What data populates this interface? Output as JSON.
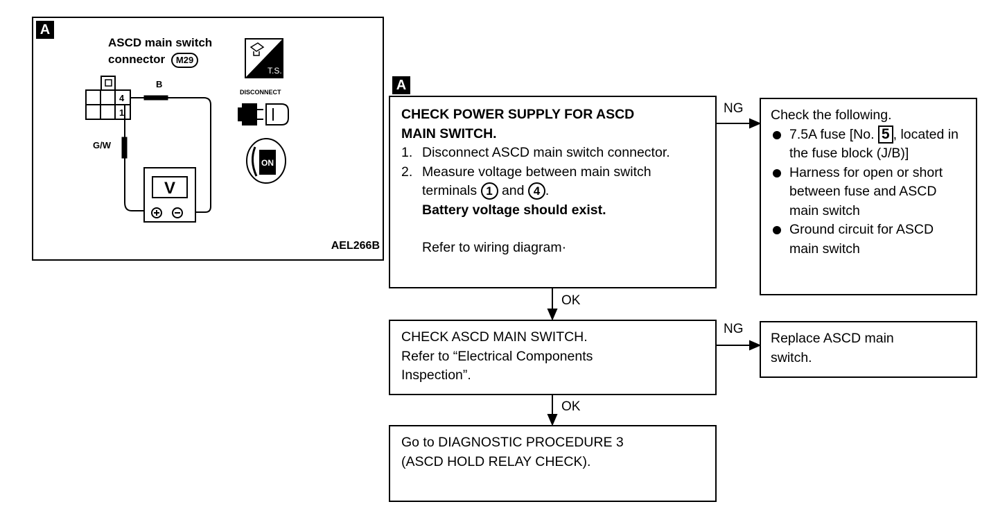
{
  "figure": {
    "tag": "A",
    "connector_title_line1": "ASCD main switch",
    "connector_title_line2": "connector",
    "connector_id": "M29",
    "terminal_4": "4",
    "terminal_1": "1",
    "wire_b": "B",
    "wire_gw": "G/W",
    "meter": "V",
    "icon_ts": "T.S.",
    "icon_disconnect": "DISCONNECT",
    "icon_on": "ON",
    "figure_code": "AEL266B"
  },
  "flow": {
    "tag": "A",
    "step1": {
      "title_line1": "CHECK POWER SUPPLY FOR ASCD",
      "title_line2": "MAIN SWITCH.",
      "item1_num": "1.",
      "item1_text": "Disconnect ASCD main switch connector.",
      "item2_num": "2.",
      "item2_pre": "Measure voltage between main switch terminals",
      "terminal_a": "1",
      "and_text": "and",
      "terminal_b": "4",
      "item2_end": ".",
      "expect": "Battery voltage should exist.",
      "ref": "Refer to wiring diagram·"
    },
    "ng1_label": "NG",
    "ng1_box": {
      "title": "Check the following.",
      "b1_pre": "7.5A fuse [No.",
      "b1_fuse": "5",
      "b1_post": ", located in the fuse block (J/B)]",
      "b2": "Harness for open or short between fuse and ASCD main switch",
      "b3": "Ground circuit for ASCD main switch"
    },
    "ok1_label": "OK",
    "step2": {
      "line1": "CHECK ASCD MAIN SWITCH.",
      "line2": "Refer to “Electrical Components",
      "line3": "Inspection”."
    },
    "ng2_label": "NG",
    "ng2_box": {
      "line1": "Replace ASCD main",
      "line2": "switch."
    },
    "ok2_label": "OK",
    "step3": {
      "line1": "Go to DIAGNOSTIC PROCEDURE 3",
      "line2": "(ASCD HOLD RELAY CHECK)."
    }
  }
}
